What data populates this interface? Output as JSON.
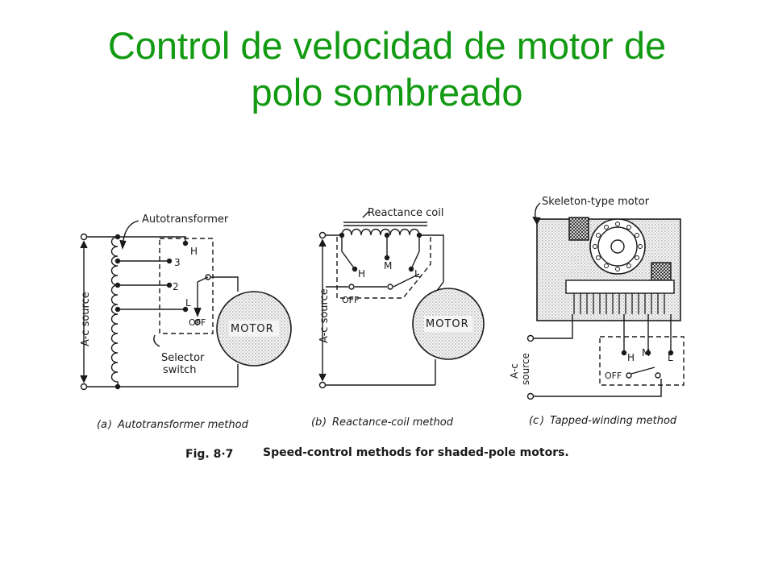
{
  "slide": {
    "title_line1": "Control de velocidad de motor de",
    "title_line2": "polo sombreado",
    "title_color": "#129a12"
  },
  "figure": {
    "panel_a": {
      "source": "A-c source",
      "autotransformer": "Autotransformer",
      "tap_h": "H",
      "tap_3": "3",
      "tap_2": "2",
      "tap_l": "L",
      "off": "OFF",
      "motor": "MOTOR",
      "selector_1": "Selector",
      "selector_2": "switch",
      "caption_letter": "a",
      "caption": "Autotransformer method"
    },
    "panel_b": {
      "source": "A-c source",
      "reactance": "Reactance coil",
      "tap_h": "H",
      "tap_m": "M",
      "tap_l": "L",
      "off": "OFF",
      "motor": "MOTOR",
      "caption_letter": "b",
      "caption": "Reactance-coil method"
    },
    "panel_c": {
      "skeleton": "Skeleton-type motor",
      "source_1": "A-c",
      "source_2": "source",
      "tap_h": "H",
      "tap_m": "M",
      "tap_l": "L",
      "off": "OFF",
      "caption_letter": "c",
      "caption": "Tapped-winding method"
    },
    "fig_number": "Fig. 8·7",
    "fig_caption": "Speed-control methods for shaded-pole motors."
  }
}
